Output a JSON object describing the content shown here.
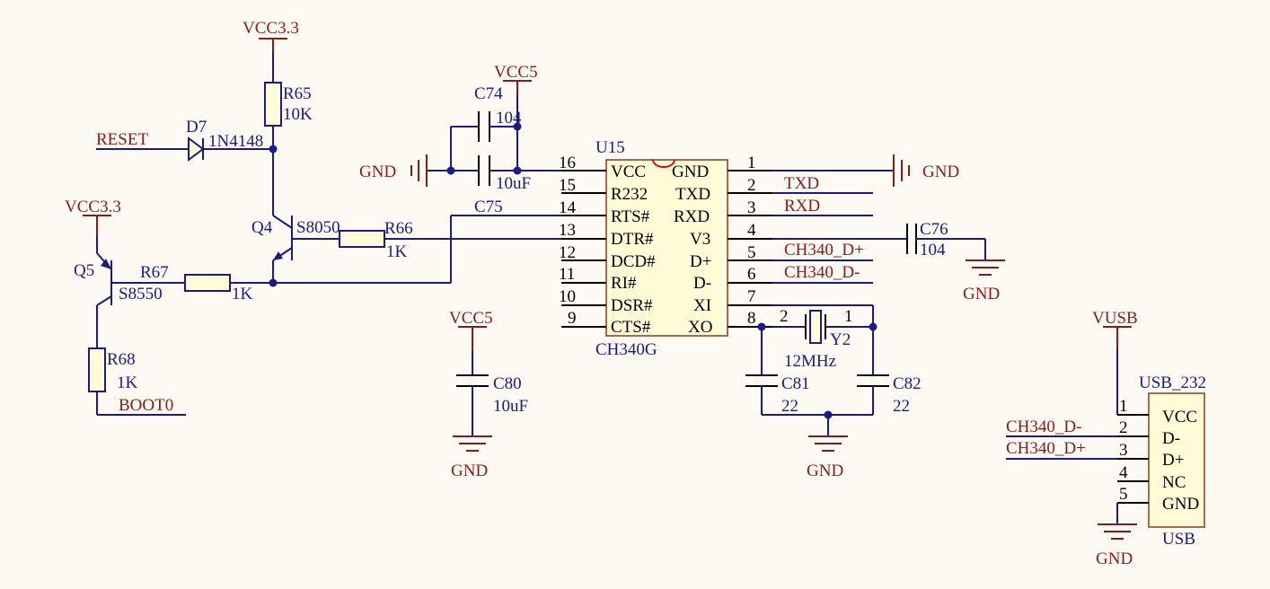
{
  "colors": {
    "wire": "#1a1a8c",
    "net": "#8b1a1a",
    "body": "#fffbd6",
    "background": "#fdfaf3"
  },
  "power": {
    "vcc33_top": "VCC3.3",
    "vcc33_left": "VCC3.3",
    "vcc5_top": "VCC5",
    "vcc5_mid": "VCC5",
    "vusb": "VUSB",
    "gnd": "GND"
  },
  "nets": {
    "reset": "RESET",
    "boot0": "BOOT0",
    "txd": "TXD",
    "rxd": "RXD",
    "ch340_dp": "CH340_D+",
    "ch340_dm": "CH340_D-"
  },
  "components": {
    "r65": {
      "ref": "R65",
      "value": "10K"
    },
    "d7": {
      "ref": "D7",
      "value": "1N4148"
    },
    "q4": {
      "ref": "Q4",
      "value": "S8050"
    },
    "q5": {
      "ref": "Q5",
      "value": "S8550"
    },
    "r66": {
      "ref": "R66",
      "value": "1K"
    },
    "r67": {
      "ref": "R67",
      "value": "1K"
    },
    "r68": {
      "ref": "R68",
      "value": "1K"
    },
    "c74": {
      "ref": "C74",
      "value": "104"
    },
    "c75": {
      "ref": "C75",
      "value": "10uF"
    },
    "c76": {
      "ref": "C76",
      "value": "104"
    },
    "c80": {
      "ref": "C80",
      "value": "10uF"
    },
    "c81": {
      "ref": "C81",
      "value": "22"
    },
    "c82": {
      "ref": "C82",
      "value": "22"
    },
    "y2": {
      "ref": "Y2",
      "value": "12MHz",
      "pin1": "1",
      "pin2": "2"
    }
  },
  "ic": {
    "ref": "U15",
    "part": "CH340G",
    "left_pins": [
      {
        "num": "16",
        "name": "VCC"
      },
      {
        "num": "15",
        "name": "R232"
      },
      {
        "num": "14",
        "name": "RTS#"
      },
      {
        "num": "13",
        "name": "DTR#"
      },
      {
        "num": "12",
        "name": "DCD#"
      },
      {
        "num": "11",
        "name": "RI#"
      },
      {
        "num": "10",
        "name": "DSR#"
      },
      {
        "num": "9",
        "name": "CTS#"
      }
    ],
    "right_pins": [
      {
        "num": "1",
        "name": "GND"
      },
      {
        "num": "2",
        "name": "TXD"
      },
      {
        "num": "3",
        "name": "RXD"
      },
      {
        "num": "4",
        "name": "V3"
      },
      {
        "num": "5",
        "name": "D+"
      },
      {
        "num": "6",
        "name": "D-"
      },
      {
        "num": "7",
        "name": "XI"
      },
      {
        "num": "8",
        "name": "XO"
      }
    ]
  },
  "usb": {
    "ref": "USB_232",
    "part": "USB",
    "pins": [
      {
        "num": "1",
        "name": "VCC"
      },
      {
        "num": "2",
        "name": "D-"
      },
      {
        "num": "3",
        "name": "D+"
      },
      {
        "num": "4",
        "name": "NC"
      },
      {
        "num": "5",
        "name": "GND"
      }
    ]
  }
}
